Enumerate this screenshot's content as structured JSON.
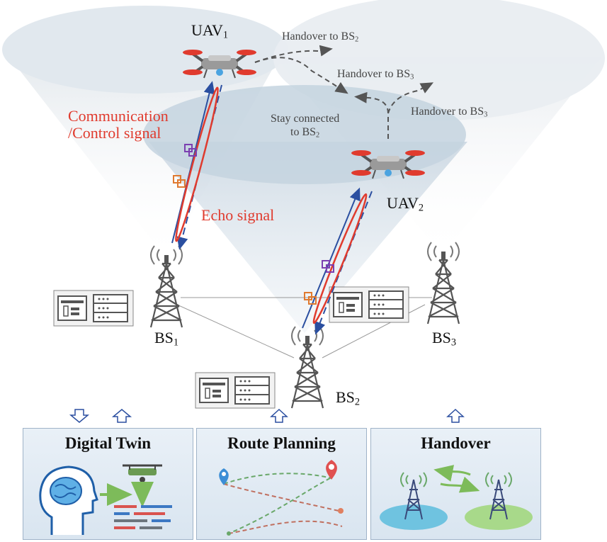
{
  "uav1": {
    "name": "UAV",
    "sub": "1"
  },
  "uav2": {
    "name": "UAV",
    "sub": "2"
  },
  "bs1": {
    "name": "BS",
    "sub": "1"
  },
  "bs2": {
    "name": "BS",
    "sub": "2"
  },
  "bs3": {
    "name": "BS",
    "sub": "3"
  },
  "handover_a": {
    "text": "Handover to BS",
    "sub": "2"
  },
  "handover_b": {
    "text": "Handover to BS",
    "sub": "3"
  },
  "handover_c": {
    "text": "Handover to BS",
    "sub": "3"
  },
  "stay": {
    "line1": "Stay connected",
    "line2": "to BS",
    "sub": "2"
  },
  "comm_signal": {
    "line1": "Communication",
    "line2": "/Control signal"
  },
  "echo_signal": "Echo signal",
  "panels": {
    "digital_twin": "Digital Twin",
    "route_planning": "Route Planning",
    "handover": "Handover"
  },
  "colors": {
    "signal_blue": "#2b4fa0",
    "echo_red": "#e03b2e",
    "coverage_bs1": "#dfe7ee",
    "coverage_bs2": "#c9d8e4",
    "coverage_bs3": "#e8edf2"
  }
}
